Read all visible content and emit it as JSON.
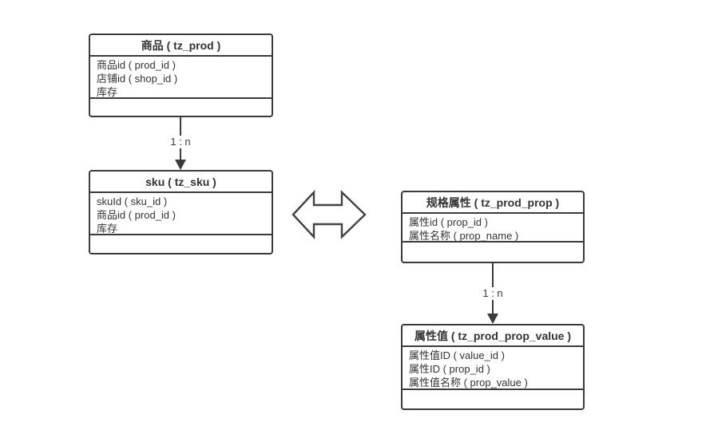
{
  "diagram": {
    "colors": {
      "background": "#ffffff",
      "line": "#3b3b3b",
      "text": "#333333"
    },
    "tables": {
      "prod": {
        "title": "商品 ( tz_prod )",
        "fields": [
          "商品id ( prod_id )",
          "店铺id ( shop_id )",
          "库存"
        ]
      },
      "sku": {
        "title": "sku ( tz_sku )",
        "fields": [
          "skuId ( sku_id )",
          "商品id ( prod_id )",
          "库存"
        ]
      },
      "prop": {
        "title": "规格属性 ( tz_prod_prop )",
        "fields": [
          "属性id ( prop_id )",
          "属性名称 ( prop_name )"
        ]
      },
      "prop_value": {
        "title": "属性值 ( tz_prod_prop_value )",
        "fields": [
          "属性值ID ( value_id )",
          "属性ID ( prop_id )",
          "属性值名称 ( prop_value )"
        ]
      }
    },
    "relations": {
      "prod_sku": {
        "label": "1 : n"
      },
      "prop_prop_value": {
        "label": "1 : n"
      }
    }
  }
}
